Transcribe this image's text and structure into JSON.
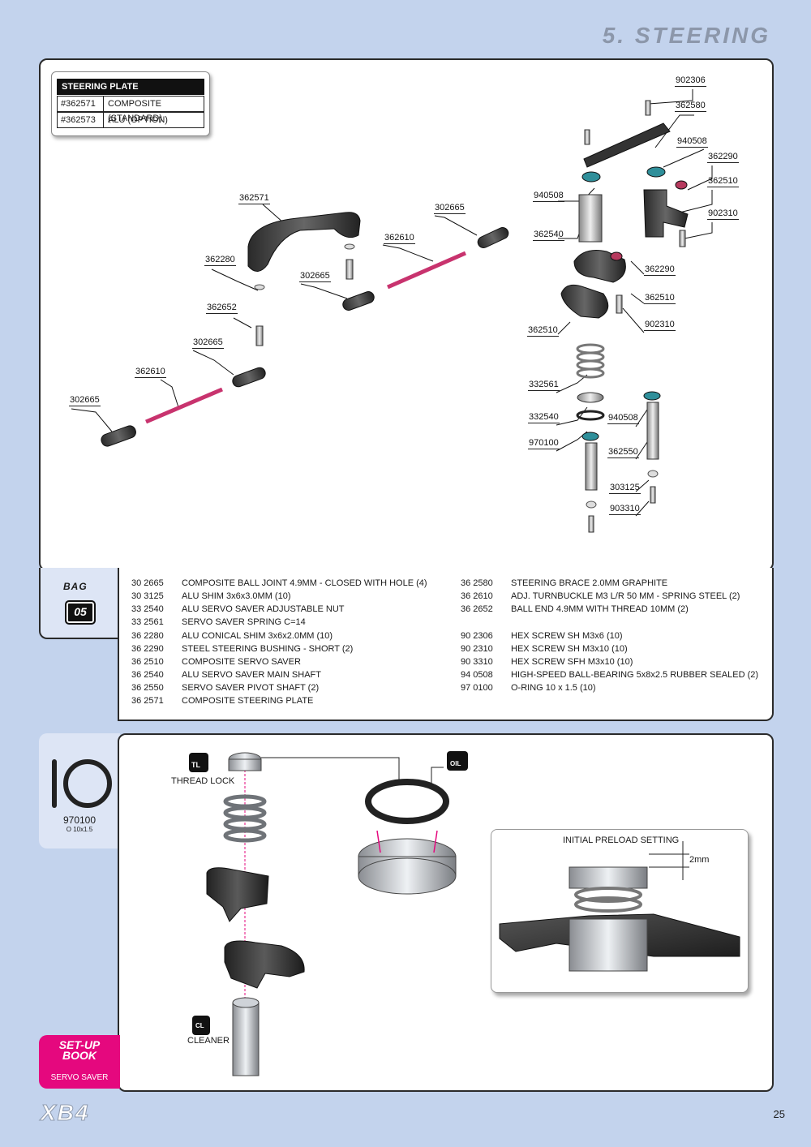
{
  "header": {
    "title": "5. STEERING"
  },
  "steering_plate_box": {
    "title": "STEERING PLATE",
    "rows": [
      {
        "code": "#362571",
        "desc": "COMPOSITE (STANDARD)"
      },
      {
        "code": "#362573",
        "desc": "ALU (OPTION)"
      }
    ]
  },
  "part_labels": [
    "902306",
    "362580",
    "940508",
    "362290",
    "362510",
    "902310",
    "940508",
    "362540",
    "362290",
    "362510",
    "362510",
    "902310",
    "362571",
    "302665",
    "362610",
    "362280",
    "302665",
    "362652",
    "302665",
    "362610",
    "302665",
    "332561",
    "332540",
    "940508",
    "970100",
    "362550",
    "303125",
    "903310"
  ],
  "bag": {
    "label": "BAG",
    "number": "05"
  },
  "parts_list": {
    "left": [
      {
        "number": "30 2665",
        "desc": "COMPOSITE BALL JOINT 4.9MM - CLOSED WITH HOLE (4)"
      },
      {
        "number": "30 3125",
        "desc": "ALU SHIM 3x6x3.0MM (10)"
      },
      {
        "number": "33 2540",
        "desc": "ALU SERVO SAVER ADJUSTABLE NUT"
      },
      {
        "number": "33 2561",
        "desc": "SERVO SAVER SPRING C=14"
      },
      {
        "number": "36 2280",
        "desc": "ALU CONICAL SHIM 3x6x2.0MM (10)"
      },
      {
        "number": "36 2290",
        "desc": "STEEL STEERING BUSHING - SHORT (2)"
      },
      {
        "number": "36 2510",
        "desc": "COMPOSITE SERVO SAVER"
      },
      {
        "number": "36 2540",
        "desc": "ALU SERVO SAVER MAIN SHAFT"
      },
      {
        "number": "36 2550",
        "desc": "SERVO SAVER PIVOT SHAFT (2)"
      },
      {
        "number": "36 2571",
        "desc": "COMPOSITE STEERING PLATE"
      }
    ],
    "right": [
      {
        "number": "36 2580",
        "desc": "STEERING BRACE 2.0MM GRAPHITE"
      },
      {
        "number": "36 2610",
        "desc": "ADJ. TURNBUCKLE M3 L/R 50 MM  - SPRING STEEL (2)"
      },
      {
        "number": "36 2652",
        "desc": "BALL END 4.9MM WITH THREAD 10MM (2)"
      },
      {
        "number": "90 2306",
        "desc": "HEX SCREW  SH M3x6  (10)"
      },
      {
        "number": "90 2310",
        "desc": "HEX SCREW  SH M3x10  (10)"
      },
      {
        "number": "90 3310",
        "desc": "HEX SCREW  SFH M3x10  (10)"
      },
      {
        "number": "94 0508",
        "desc": "HIGH-SPEED BALL-BEARING 5x8x2.5 RUBBER SEALED  (2)"
      },
      {
        "number": "97 0100",
        "desc": "O-RING 10 x 1.5  (10)"
      }
    ]
  },
  "oring_tab": {
    "number": "970100",
    "size": "O 10x1.5"
  },
  "setup": {
    "thread_lock_icon": "TL",
    "thread_lock_label": "THREAD LOCK",
    "oil_icon": "OIL",
    "cleaner_icon": "CL",
    "cleaner_label": "CLEANER",
    "preload_title": "INITIAL PRELOAD SETTING",
    "preload_value": "2mm"
  },
  "setup_tab": {
    "line1": "SET-UP",
    "line2": "BOOK",
    "sub": "SERVO SAVER"
  },
  "footer": {
    "logo": "XB4",
    "page": "25"
  }
}
